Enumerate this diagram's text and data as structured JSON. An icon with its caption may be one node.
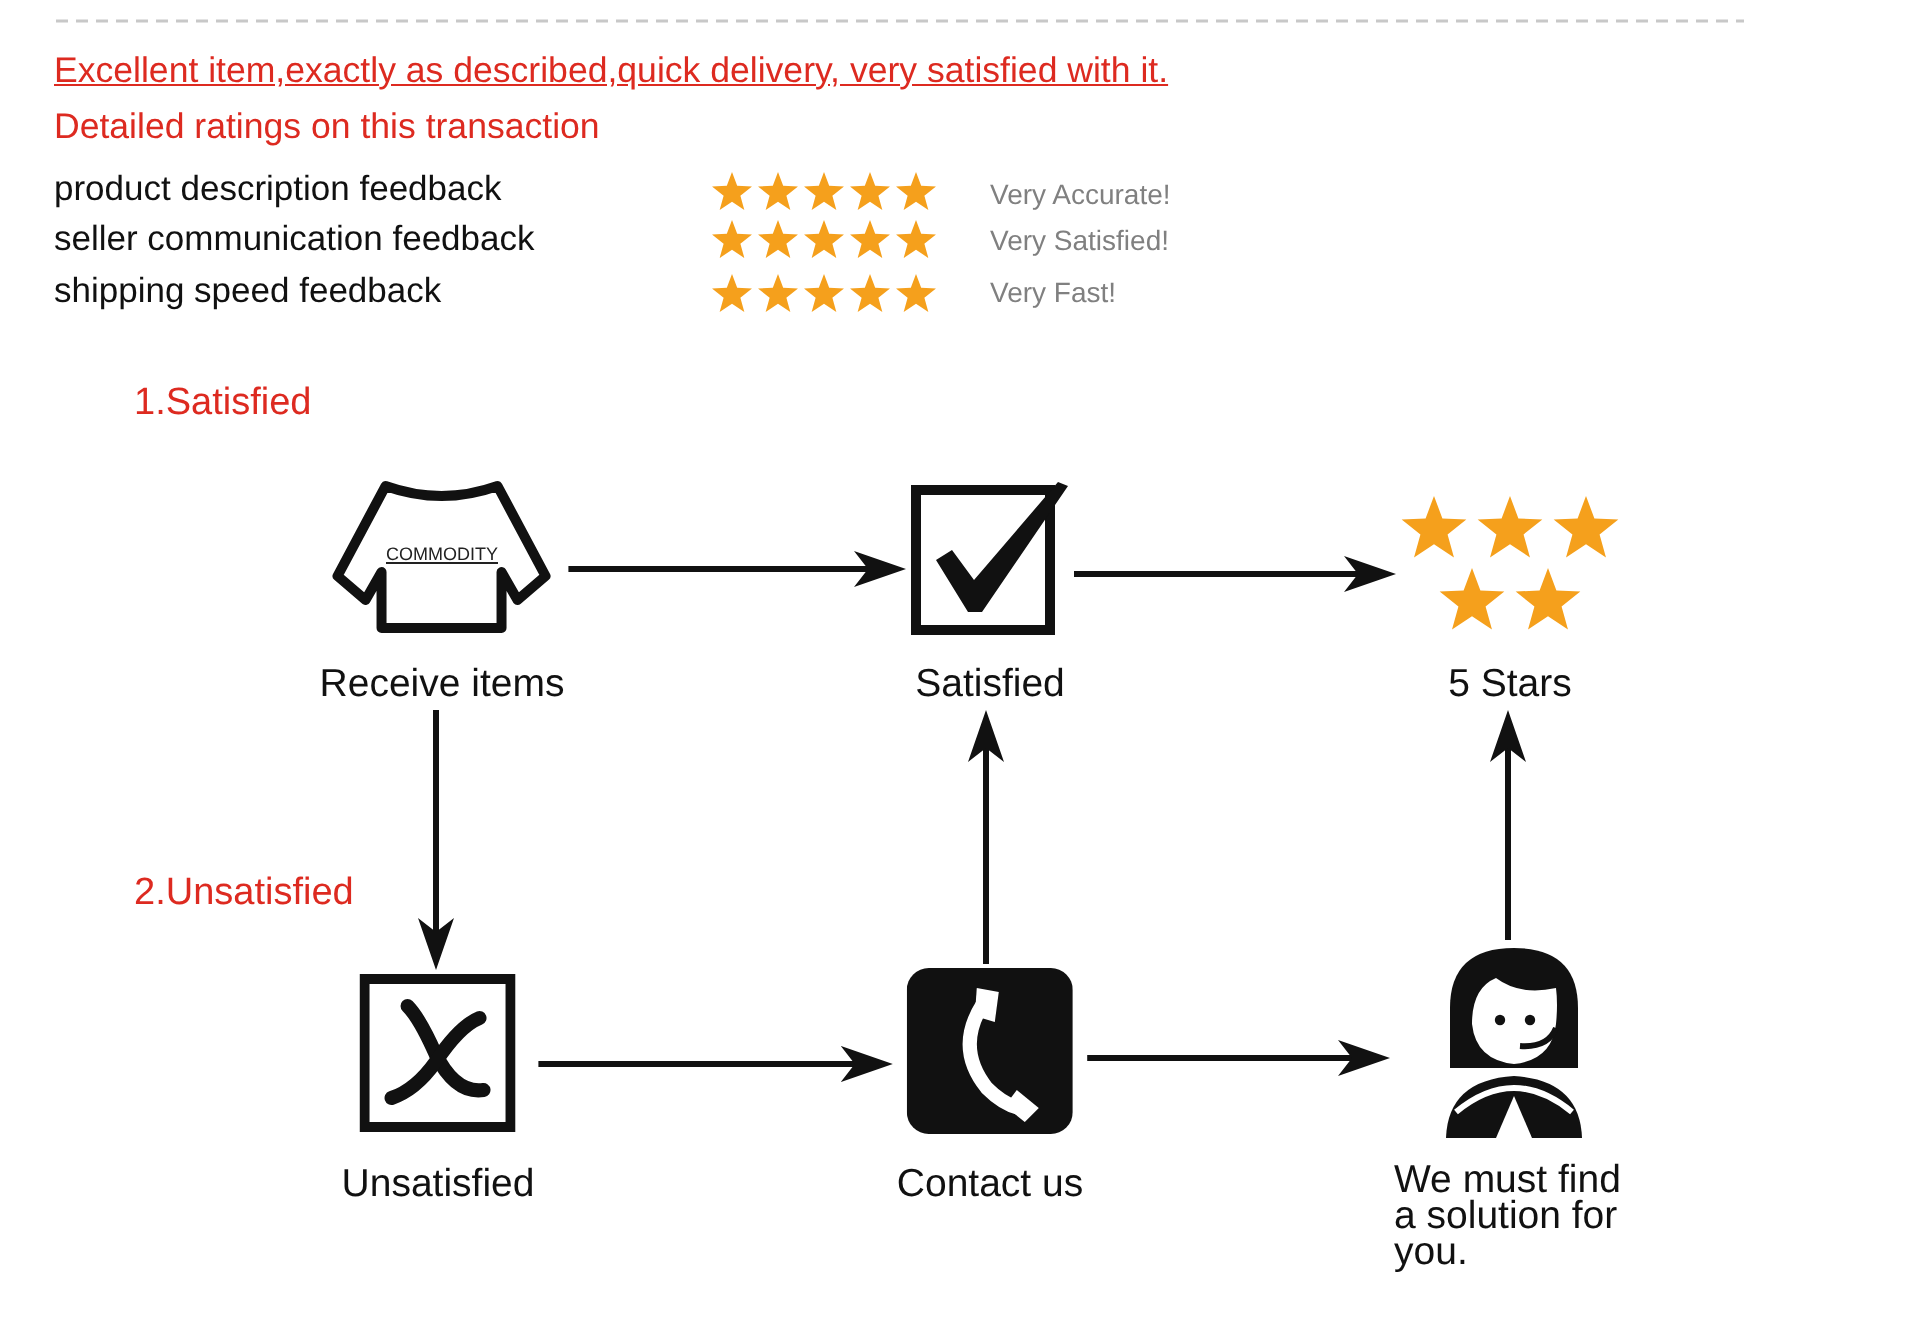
{
  "diagram": {
    "nodes": [
      {
        "text": [
          "COMMODITY",
          "Receive items"
        ]
      },
      {
        "text": [
          "Satisfied"
        ]
      },
      {
        "text": [
          "5 Stars"
        ]
      },
      {
        "text": [
          "Unsatisfied"
        ]
      },
      {
        "text": [
          "Contact us"
        ]
      },
      {
        "text": [
          "We must find a solution for you."
        ]
      }
    ],
    "edges": [
      {
        "from": 0,
        "to": 1,
        "arrow": "to"
      },
      {
        "from": 1,
        "to": 2,
        "arrow": "to"
      },
      {
        "from": 0,
        "to": 3,
        "arrow": "to"
      },
      {
        "from": 3,
        "to": 4,
        "arrow": "to"
      },
      {
        "from": 4,
        "to": 1,
        "arrow": "to"
      },
      {
        "from": 4,
        "to": 5,
        "arrow": "to"
      },
      {
        "from": 5,
        "to": 2,
        "arrow": "to"
      }
    ],
    "labels": [
      "Excellent item,exactly as described,quick delivery, very satisfied with it.",
      "Detailed ratings on this transaction",
      "product description feedback",
      "Very Accurate!",
      "seller communication feedback",
      "Very Satisfied!",
      "shipping speed feedback",
      "Very Fast!",
      "1.Satisfied",
      "2.Unsatisfied"
    ]
  }
}
